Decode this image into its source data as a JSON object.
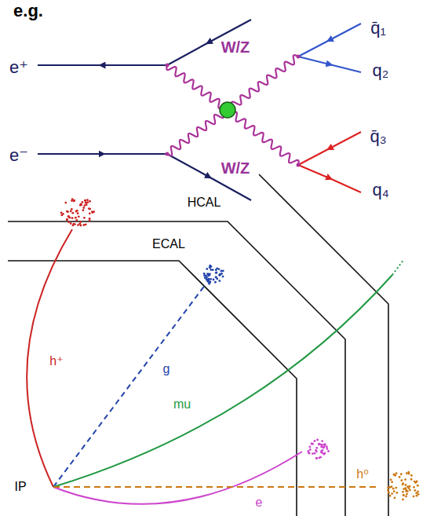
{
  "diagram": {
    "labels": [
      "e.g.",
      "e⁺",
      "e⁻",
      "W/Z",
      "W/Z",
      "q̄₁",
      "q₂",
      "q̄₃",
      "q₄",
      "HCAL",
      "ECAL",
      "h⁺",
      "g",
      "mu",
      "h⁰",
      "e",
      "IP"
    ]
  }
}
